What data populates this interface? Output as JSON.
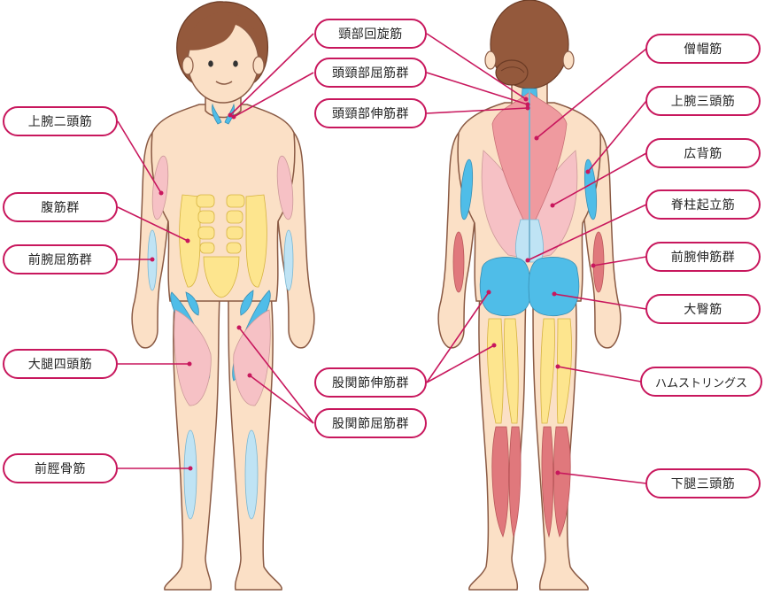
{
  "colors": {
    "skin": "#fbe0c6",
    "outline": "#8a5a44",
    "hair": "#94593c",
    "leader": "#c8175d",
    "pink": "#f6c1c5",
    "trapezius_red": "#ef9a9f",
    "blue": "#4fbde8",
    "light_blue": "#bfe3f4",
    "yellow": "#fde58e",
    "brick": "#e0787c"
  },
  "labels": {
    "neck_rotator": "頸部回旋筋",
    "neck_flexor": "頭頸部屈筋群",
    "neck_extensor": "頭頸部伸筋群",
    "biceps": "上腕二頭筋",
    "abdominal": "腹筋群",
    "forearm_flexor": "前腕屈筋群",
    "quadriceps": "大腿四頭筋",
    "tibialis": "前脛骨筋",
    "hip_extensor": "股関節伸筋群",
    "hip_flexor": "股関節屈筋群",
    "trapezius": "僧帽筋",
    "triceps": "上腕三頭筋",
    "latissimus": "広背筋",
    "erector": "脊柱起立筋",
    "forearm_extensor": "前腕伸筋群",
    "gluteus": "大臀筋",
    "hamstrings": "ハムストリングス",
    "triceps_surae": "下腿三頭筋"
  }
}
